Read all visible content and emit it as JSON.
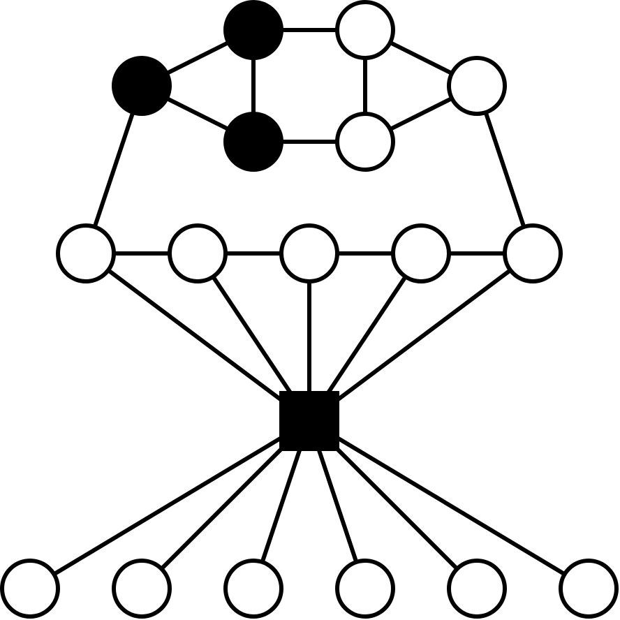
{
  "diagram": {
    "type": "graph",
    "colors": {
      "stroke": "#000000",
      "filled": "#000000",
      "empty": "#ffffff"
    },
    "nodes": [
      {
        "id": "top-a",
        "shape": "circle",
        "filled": true
      },
      {
        "id": "top-b",
        "shape": "circle",
        "filled": false
      },
      {
        "id": "left-a",
        "shape": "circle",
        "filled": true
      },
      {
        "id": "right-a",
        "shape": "circle",
        "filled": false
      },
      {
        "id": "mid-a",
        "shape": "circle",
        "filled": true
      },
      {
        "id": "mid-b",
        "shape": "circle",
        "filled": false
      },
      {
        "id": "row-1",
        "shape": "circle",
        "filled": false
      },
      {
        "id": "row-2",
        "shape": "circle",
        "filled": false
      },
      {
        "id": "row-3",
        "shape": "circle",
        "filled": false
      },
      {
        "id": "row-4",
        "shape": "circle",
        "filled": false
      },
      {
        "id": "row-5",
        "shape": "circle",
        "filled": false
      },
      {
        "id": "hub",
        "shape": "square",
        "filled": true
      },
      {
        "id": "bottom-1",
        "shape": "circle",
        "filled": false
      },
      {
        "id": "bottom-2",
        "shape": "circle",
        "filled": false
      },
      {
        "id": "bottom-3",
        "shape": "circle",
        "filled": false
      },
      {
        "id": "bottom-4",
        "shape": "circle",
        "filled": false
      },
      {
        "id": "bottom-5",
        "shape": "circle",
        "filled": false
      },
      {
        "id": "bottom-6",
        "shape": "circle",
        "filled": false
      }
    ],
    "edges": [
      [
        "top-a",
        "top-b"
      ],
      [
        "top-a",
        "left-a"
      ],
      [
        "top-a",
        "mid-a"
      ],
      [
        "top-b",
        "right-a"
      ],
      [
        "top-b",
        "mid-b"
      ],
      [
        "left-a",
        "mid-a"
      ],
      [
        "mid-a",
        "mid-b"
      ],
      [
        "mid-b",
        "right-a"
      ],
      [
        "left-a",
        "row-1"
      ],
      [
        "right-a",
        "row-5"
      ],
      [
        "row-1",
        "row-2"
      ],
      [
        "row-2",
        "row-3"
      ],
      [
        "row-3",
        "row-4"
      ],
      [
        "row-4",
        "row-5"
      ],
      [
        "row-1",
        "hub"
      ],
      [
        "row-2",
        "hub"
      ],
      [
        "row-3",
        "hub"
      ],
      [
        "row-4",
        "hub"
      ],
      [
        "row-5",
        "hub"
      ],
      [
        "hub",
        "bottom-1"
      ],
      [
        "hub",
        "bottom-2"
      ],
      [
        "hub",
        "bottom-3"
      ],
      [
        "hub",
        "bottom-4"
      ],
      [
        "hub",
        "bottom-5"
      ],
      [
        "hub",
        "bottom-6"
      ]
    ]
  }
}
